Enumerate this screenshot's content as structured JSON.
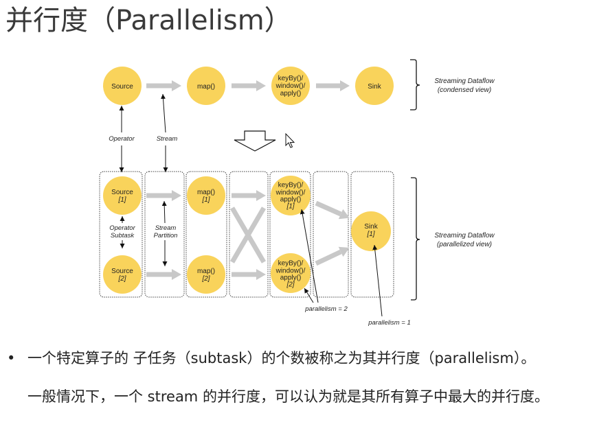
{
  "title": "并行度（Parallelism）",
  "colors": {
    "node_fill": "#F9D35B",
    "flow_arrow": "#C8C8C8",
    "box_border": "#3C3C3C"
  },
  "diagram": {
    "condensed": {
      "source": "Source",
      "map": "map()",
      "keyby": [
        "keyBy()/",
        "window()/",
        "apply()"
      ],
      "sink": "Sink",
      "caption": [
        "Streaming Dataflow",
        "(condensed view)"
      ]
    },
    "callouts": {
      "operator": "Operator",
      "stream": "Stream",
      "operator_subtask": [
        "Operator",
        "Subtask"
      ],
      "stream_partition": [
        "Stream",
        "Partition"
      ]
    },
    "parallelized": {
      "source_1": [
        "Source",
        "[1]"
      ],
      "source_2": [
        "Source",
        "[2]"
      ],
      "map_1": [
        "map()",
        "[1]"
      ],
      "map_2": [
        "map()",
        "[2]"
      ],
      "keyby_1": [
        "keyBy()/",
        "window()/",
        "apply()",
        "[1]"
      ],
      "keyby_2": [
        "keyBy()/",
        "window()/",
        "apply()",
        "[2]"
      ],
      "sink_1": [
        "Sink",
        "[1]"
      ],
      "caption": [
        "Streaming Dataflow",
        "(parallelized view)"
      ]
    },
    "parallelism_keyby": "parallelism = 2",
    "parallelism_sink": "parallelism = 1"
  },
  "body": {
    "bullet_marker": "•",
    "bullet_text": "一个特定算子的 子任务（subtask）的个数被称之为其并行度（parallelism）。",
    "paragraph": "一般情况下，一个 stream 的并行度，可以认为就是其所有算子中最大的并行度。"
  }
}
